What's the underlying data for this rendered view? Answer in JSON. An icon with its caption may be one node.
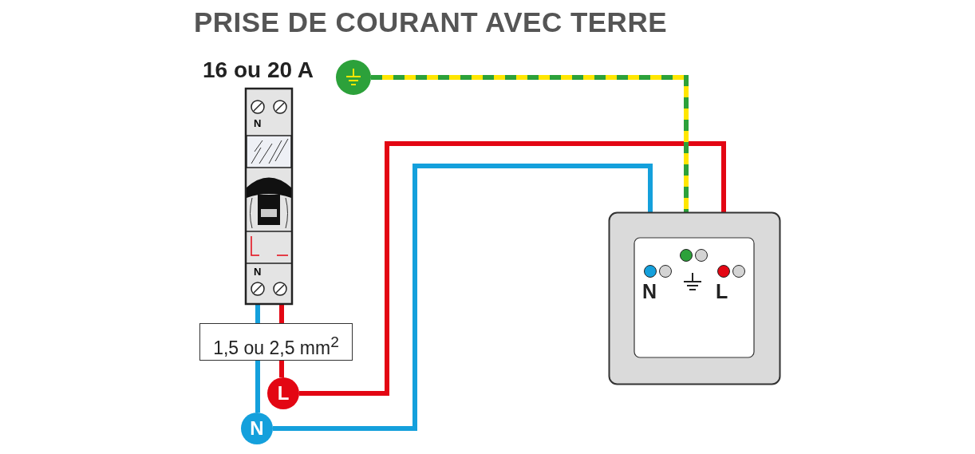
{
  "diagram": {
    "title": "PRISE DE COURANT AVEC TERRE",
    "nodes": [
      {
        "text": [
          "16 ou 20 A",
          "N",
          "N"
        ]
      },
      {
        "text": [],
        "shape": "circle"
      },
      {
        "text": [
          "L"
        ]
      },
      {
        "text": [
          "N"
        ]
      },
      {
        "text": [
          "1,5 ou 2,5 mm$^{2}$"
        ]
      },
      {
        "text": [],
        "shape": "box"
      },
      {
        "text": [],
        "shape": "circle",
        "in": 5,
        "beside": [
          "N"
        ]
      },
      {
        "text": [],
        "shape": "circle",
        "in": 5
      },
      {
        "text": [],
        "shape": "circle",
        "in": 5,
        "beside": [
          "L"
        ]
      }
    ],
    "edges": [
      {
        "from": 0,
        "to": 4,
        "arrow": "none",
        "color": "#e30613"
      },
      {
        "from": 4,
        "to": 2,
        "arrow": "none",
        "color": "#e30613"
      },
      {
        "from": 0,
        "to": 4,
        "arrow": "none",
        "color": "#14a0dc"
      },
      {
        "from": 4,
        "to": 3,
        "arrow": "none",
        "color": "#14a0dc"
      },
      {
        "from": 2,
        "to": 8,
        "arrow": "none",
        "color": "#e30613"
      },
      {
        "from": 3,
        "to": 6,
        "arrow": "none",
        "color": "#14a0dc"
      },
      {
        "from": 1,
        "to": 7,
        "arrow": "none",
        "style": "dashed",
        "color": "#2ca13a"
      }
    ]
  }
}
